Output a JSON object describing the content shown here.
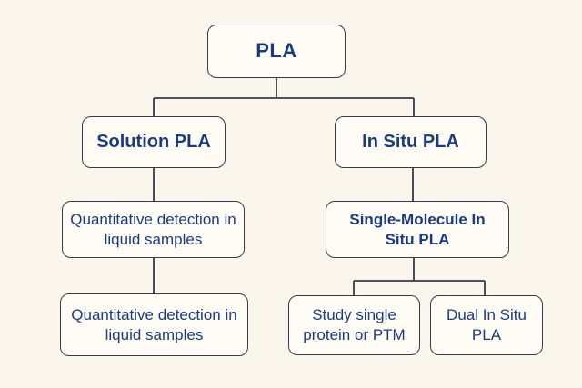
{
  "colors": {
    "background": "#FAF6EC",
    "box_fill": "#FEFCF5",
    "box_border": "#343B4D",
    "text": "#1A3B80"
  },
  "diagram": {
    "type": "flowchart",
    "nodes": {
      "pla": {
        "label": "PLA"
      },
      "solution_pla": {
        "label": "Solution PLA"
      },
      "in_situ_pla": {
        "label": "In Situ PLA"
      },
      "quant_detection_1": {
        "label": "Quantitative detection in liquid samples"
      },
      "single_molecule_in_situ_pla": {
        "label": "Single-Molecule In Situ PLA"
      },
      "quant_detection_2": {
        "label": "Quantitative detection in liquid samples"
      },
      "study_single_protein": {
        "label": "Study single protein or PTM"
      },
      "dual_in_situ_pla": {
        "label": "Dual In Situ PLA"
      }
    },
    "edges": [
      {
        "from": "pla",
        "to": "solution_pla"
      },
      {
        "from": "pla",
        "to": "in_situ_pla"
      },
      {
        "from": "solution_pla",
        "to": "quant_detection_1"
      },
      {
        "from": "quant_detection_1",
        "to": "quant_detection_2"
      },
      {
        "from": "in_situ_pla",
        "to": "single_molecule_in_situ_pla"
      },
      {
        "from": "single_molecule_in_situ_pla",
        "to": "study_single_protein"
      },
      {
        "from": "single_molecule_in_situ_pla",
        "to": "dual_in_situ_pla"
      }
    ]
  }
}
